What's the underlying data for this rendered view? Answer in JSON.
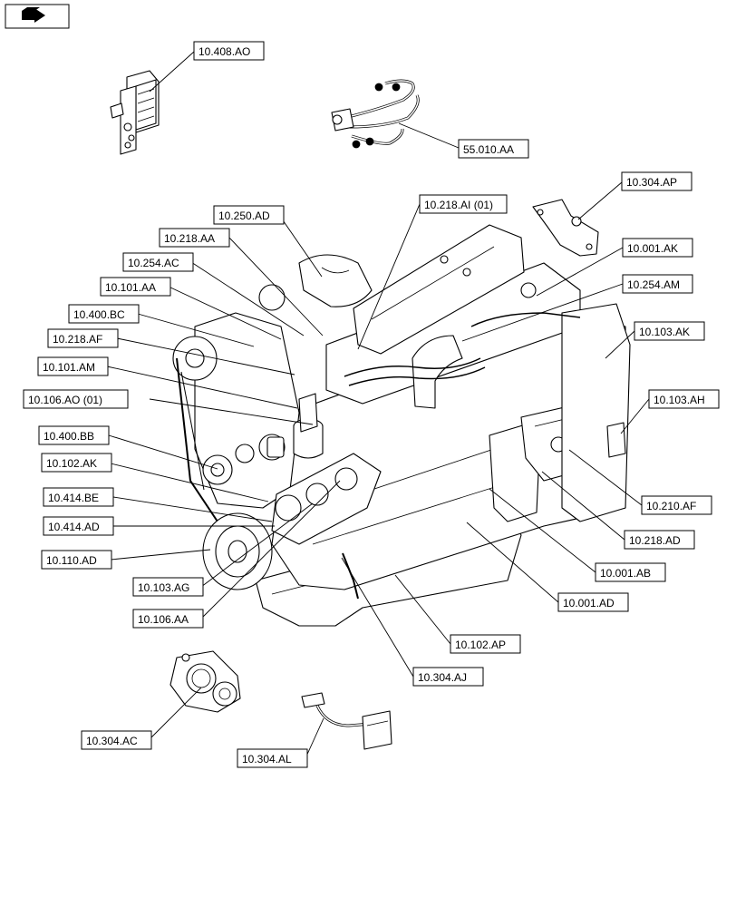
{
  "toolbar": {
    "nav_icon": "forward-arrow-icon"
  },
  "callouts": [
    {
      "id": "c01",
      "label": "10.408.AO"
    },
    {
      "id": "c02",
      "label": "55.010.AA"
    },
    {
      "id": "c03",
      "label": "10.304.AP"
    },
    {
      "id": "c04",
      "label": "10.250.AD"
    },
    {
      "id": "c05",
      "label": "10.218.AI (01)"
    },
    {
      "id": "c06",
      "label": "10.218.AA"
    },
    {
      "id": "c07",
      "label": "10.001.AK"
    },
    {
      "id": "c08",
      "label": "10.254.AC"
    },
    {
      "id": "c09",
      "label": "10.254.AM"
    },
    {
      "id": "c10",
      "label": "10.101.AA"
    },
    {
      "id": "c11",
      "label": "10.400.BC"
    },
    {
      "id": "c12",
      "label": "10.103.AK"
    },
    {
      "id": "c13",
      "label": "10.218.AF"
    },
    {
      "id": "c14",
      "label": "10.101.AM"
    },
    {
      "id": "c15",
      "label": "10.103.AH"
    },
    {
      "id": "c16",
      "label": "10.106.AO (01)"
    },
    {
      "id": "c17",
      "label": "10.400.BB"
    },
    {
      "id": "c18",
      "label": "10.102.AK"
    },
    {
      "id": "c19",
      "label": "10.210.AF"
    },
    {
      "id": "c20",
      "label": "10.414.BE"
    },
    {
      "id": "c21",
      "label": "10.414.AD"
    },
    {
      "id": "c22",
      "label": "10.218.AD"
    },
    {
      "id": "c23",
      "label": "10.110.AD"
    },
    {
      "id": "c24",
      "label": "10.001.AB"
    },
    {
      "id": "c25",
      "label": "10.103.AG"
    },
    {
      "id": "c26",
      "label": "10.001.AD"
    },
    {
      "id": "c27",
      "label": "10.106.AA"
    },
    {
      "id": "c28",
      "label": "10.102.AP"
    },
    {
      "id": "c29",
      "label": "10.304.AJ"
    },
    {
      "id": "c30",
      "label": "10.304.AC"
    },
    {
      "id": "c31",
      "label": "10.304.AL"
    }
  ]
}
